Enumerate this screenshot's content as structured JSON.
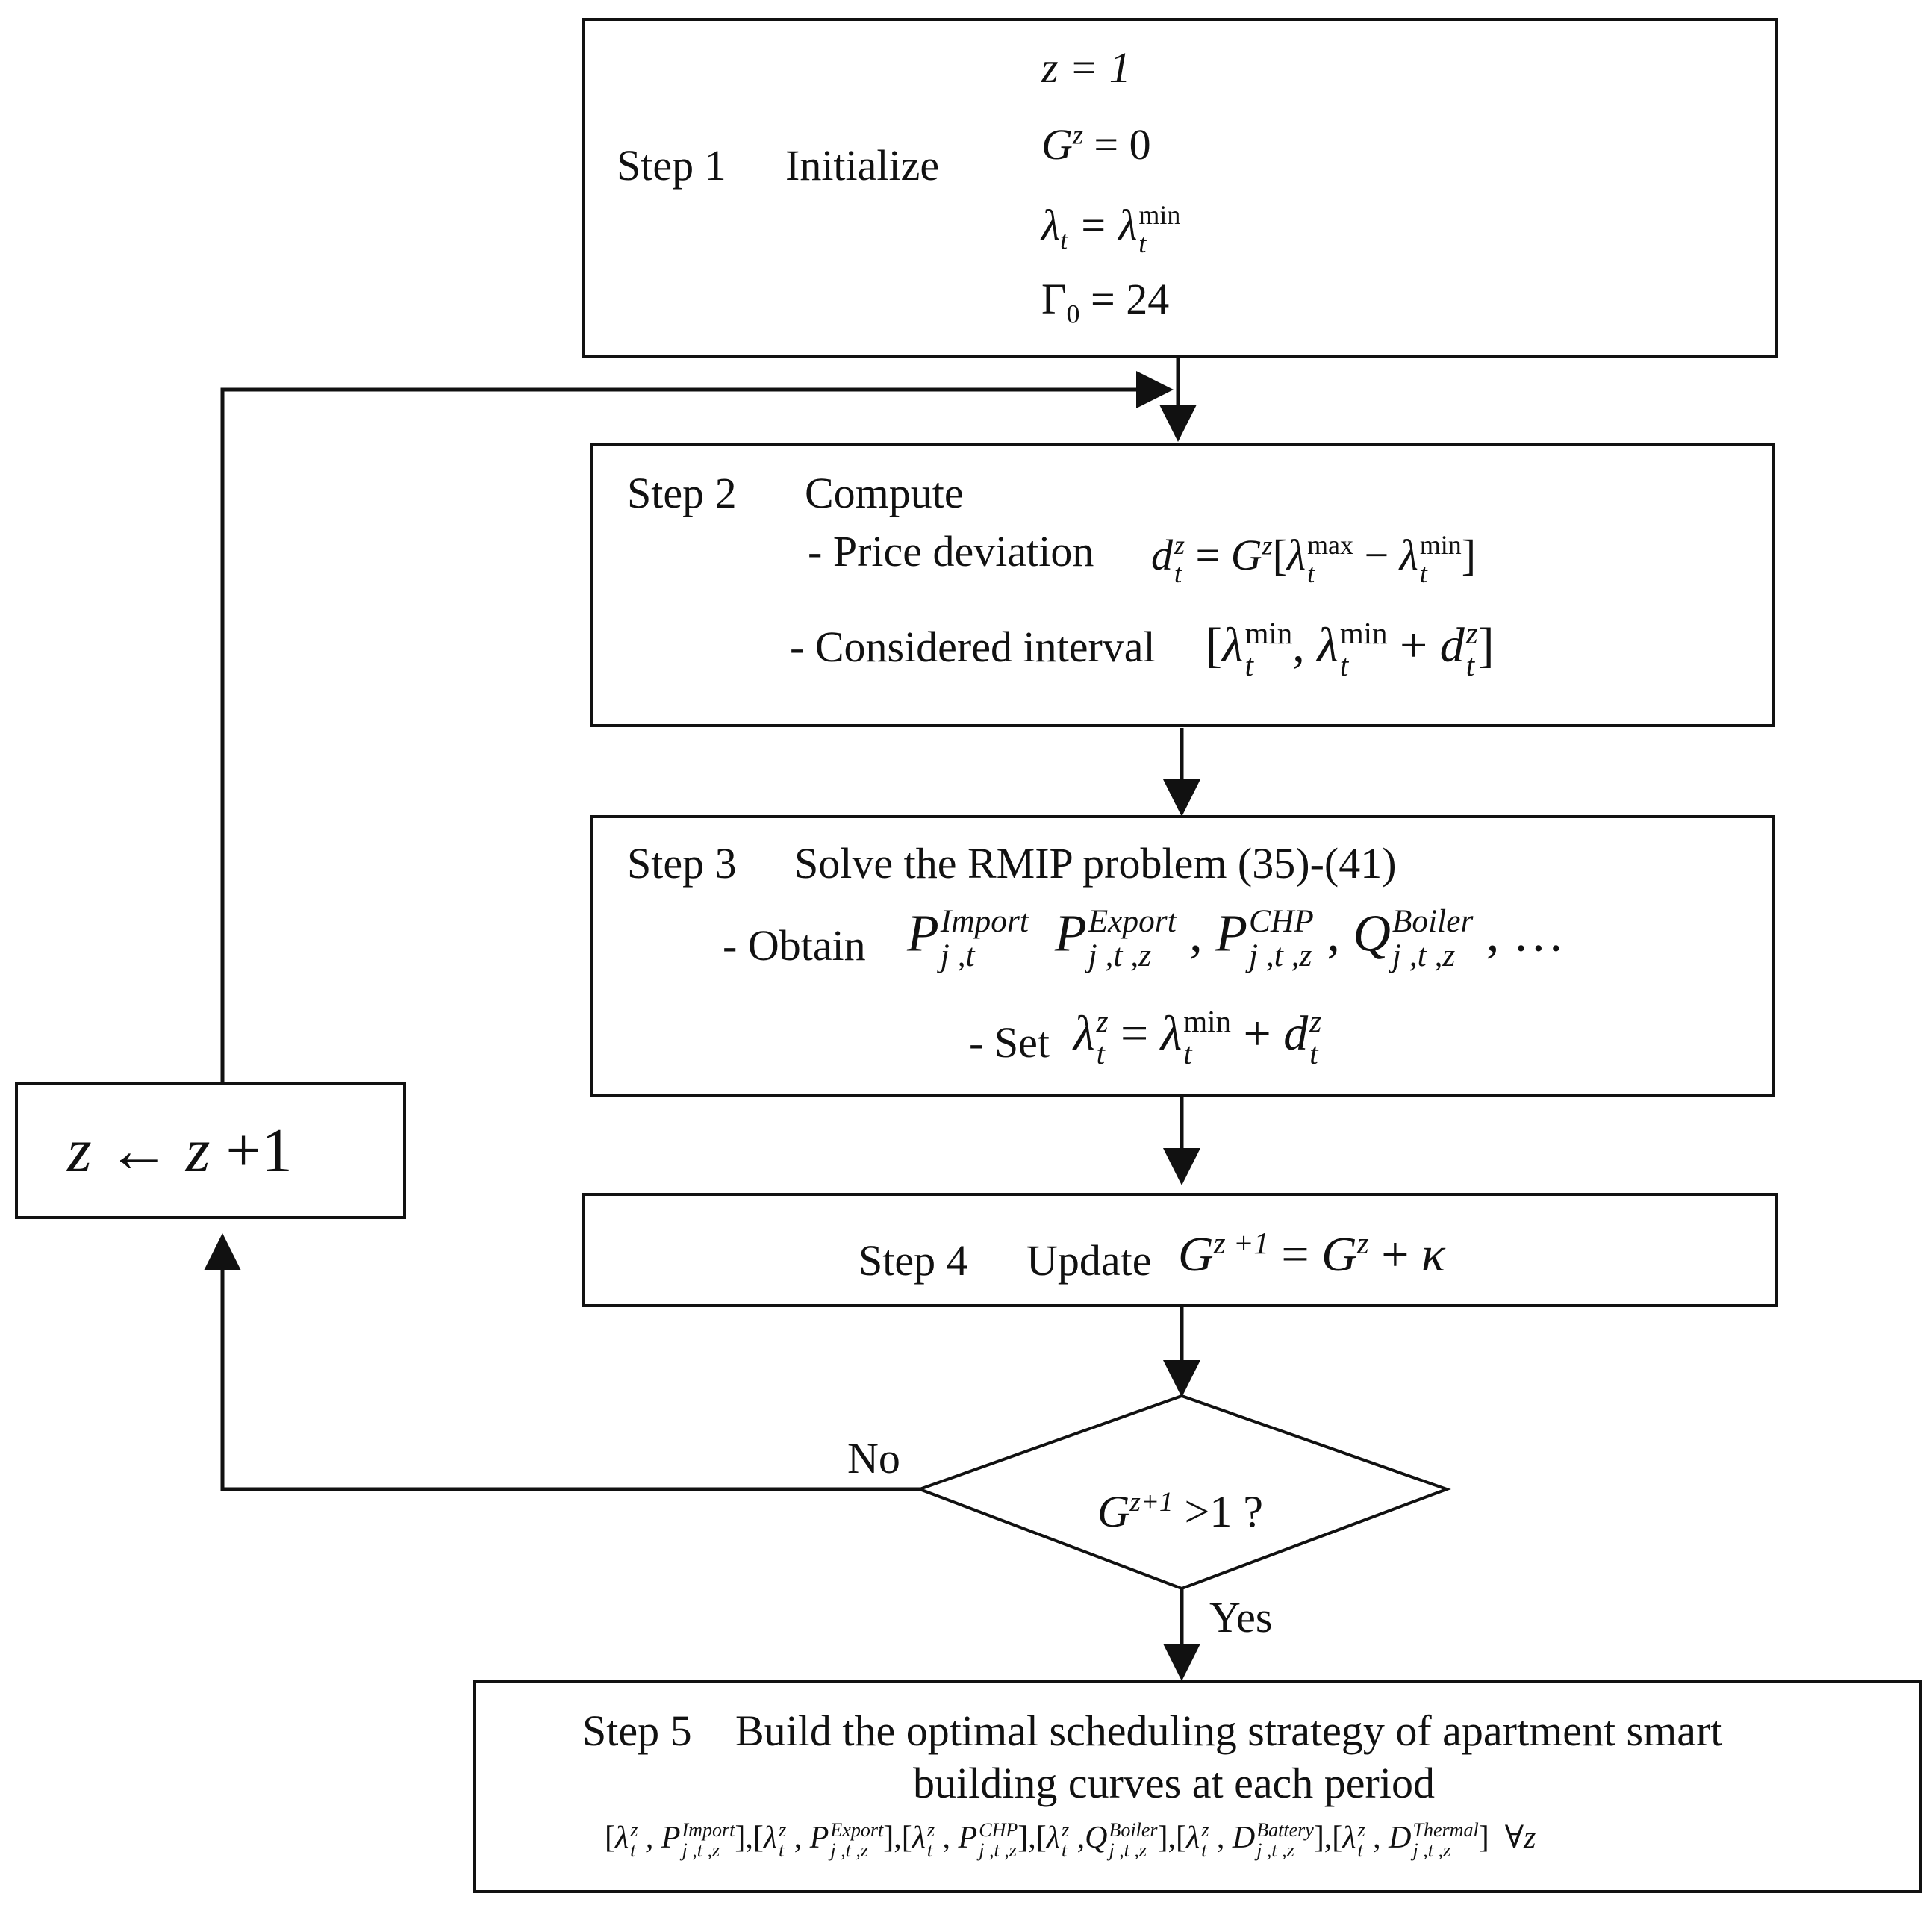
{
  "step1": {
    "label": "Step 1",
    "title": "Initialize",
    "eq1": "z = 1",
    "eq2_base": "G",
    "eq2_sup": "z",
    "eq2_rhs": "= 0",
    "eq3_lhs": "λ",
    "eq3_lhs_sub": "t",
    "eq3_mid": "= λ",
    "eq3_rhs_sup": "min",
    "eq3_rhs_sub": "t",
    "eq4_base": "Γ",
    "eq4_sub": "0",
    "eq4_rhs": "= 24"
  },
  "step2": {
    "label": "Step 2",
    "title": "Compute",
    "line1_text": "- Price deviation",
    "line1_formula": "d_t^z = G^z[λ_t^max − λ_t^min]",
    "line2_text": "- Considered interval",
    "line2_formula": "[λ_t^min, λ_t^min + d_t^z]"
  },
  "step3": {
    "label": "Step 3",
    "title": "Solve the RMIP problem (35)-(41)",
    "line1_text": "- Obtain",
    "line1_formula": "P_{j,t}^{Import} P_{j,t,z}^{Export}, P_{j,t,z}^{CHP}, Q_{j,t,z}^{Boiler}, …",
    "line2_text": "- Set",
    "line2_formula": "λ_t^z = λ_t^min + d_t^z"
  },
  "step4": {
    "label": "Step 4",
    "title": "Update",
    "formula": "G^{z+1} = G^z + κ"
  },
  "decision": {
    "formula": "G^{z+1} > 1 ?",
    "no_label": "No",
    "yes_label": "Yes"
  },
  "increment": {
    "formula": "z ← z + 1"
  },
  "step5": {
    "label": "Step 5",
    "title_line1": "Build the optimal scheduling strategy of apartment smart",
    "title_line2": "building curves at each period",
    "formula": "[λ_t^z, P_{j,t,z}^{Import}], [λ_t^z, P_{j,t,z}^{Export}], [λ_t^z, P_{j,t,z}^{CHP}], [λ_t^z, Q_{j,t,z}^{Boiler}], [λ_t^z, D_{j,t,z}^{Battery}], [λ_t^z, D_{j,t,z}^{Thermal}] ∀z"
  }
}
